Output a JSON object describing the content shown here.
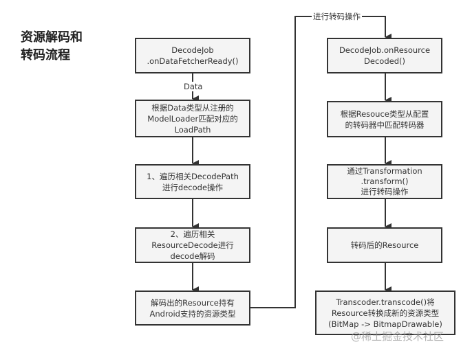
{
  "title": [
    "资源解码和",
    "转码流程"
  ],
  "left_boxes": [
    [
      "DecodeJob",
      ".onDataFetcherReady()"
    ],
    [
      "根据Data类型从注册的",
      "ModelLoader匹配对应的",
      "LoadPath"
    ],
    [
      "1、遍历相关DecodePath",
      "进行decode操作"
    ],
    [
      "2、遍历相关",
      "ResourceDecode进行",
      "decode解码"
    ],
    [
      "解码出的Resource持有",
      "Android支持的资源类型"
    ]
  ],
  "right_boxes": [
    [
      "DecodeJob.onResource",
      "Decoded()"
    ],
    [
      "根据Resouce类型从配置",
      "的转码器中匹配转码器"
    ],
    [
      "通过Transformation",
      ".transform()",
      "进行转码操作"
    ],
    [
      "转码后的Resource"
    ],
    [
      "Transcoder.transcode()将",
      "Resource转换成新的资源类型",
      "(BitMap -> BitmapDrawable)"
    ]
  ],
  "edge_labels": {
    "data": "Data",
    "transcode": "进行转码操作"
  },
  "watermark": "@稀土掘金技术社区"
}
